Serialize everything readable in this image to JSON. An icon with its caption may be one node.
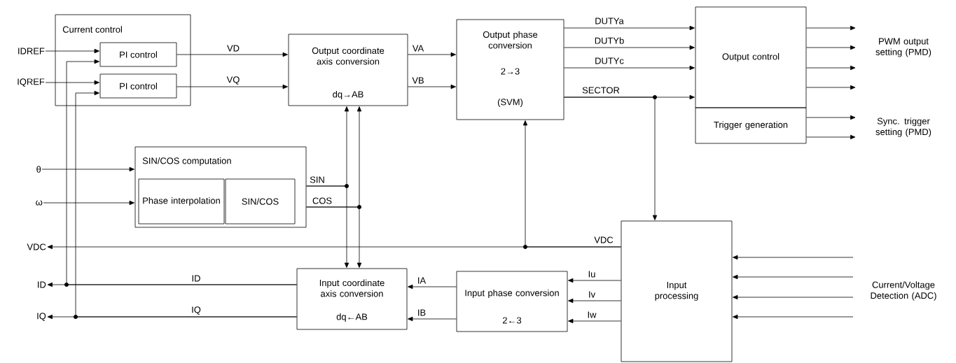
{
  "diagram": {
    "nodes": [
      {
        "text": [
          "Current control"
        ]
      },
      {
        "text": [
          "PI control"
        ],
        "in": 0
      },
      {
        "text": [
          "PI control"
        ],
        "in": 0
      },
      {
        "text": [
          "Output coordinate axis conversion",
          "dq→AB"
        ]
      },
      {
        "text": [
          "Output phase conversion",
          "2→3",
          "(SVM)"
        ]
      },
      {
        "text": [
          "Output control"
        ]
      },
      {
        "text": [
          "Trigger generation"
        ]
      },
      {
        "text": [
          "SIN/COS computation"
        ]
      },
      {
        "text": [
          "Phase interpolation"
        ],
        "in": 7
      },
      {
        "text": [
          "SIN/COS"
        ],
        "in": 7
      },
      {
        "text": [
          "Input coordinate axis conversion",
          "dq←AB"
        ]
      },
      {
        "text": [
          "Input phase conversion",
          "2←3"
        ]
      },
      {
        "text": [
          "Input processing"
        ]
      },
      {
        "text": [
          "IDREF"
        ]
      },
      {
        "text": [
          "IQREF"
        ]
      },
      {
        "text": [
          "θ"
        ]
      },
      {
        "text": [
          "ω"
        ]
      },
      {
        "text": [
          "VDC"
        ]
      },
      {
        "text": [
          "ID"
        ]
      },
      {
        "text": [
          "IQ"
        ]
      }
    ],
    "edges": [
      {
        "from": 13,
        "to": 1,
        "arrow": "to"
      },
      {
        "from": 14,
        "to": 2,
        "arrow": "to"
      },
      {
        "from": 15,
        "to": 7,
        "arrow": "to"
      },
      {
        "from": 16,
        "to": 7,
        "arrow": "to"
      },
      {
        "from": 1,
        "to": 3,
        "arrow": "to",
        "label": "VD"
      },
      {
        "from": 2,
        "to": 3,
        "arrow": "to",
        "label": "VQ"
      },
      {
        "from": 3,
        "to": 4,
        "arrow": "to",
        "label": "VA"
      },
      {
        "from": 3,
        "to": 4,
        "arrow": "to",
        "label": "VB"
      },
      {
        "from": 4,
        "to": 5,
        "arrow": "to",
        "label": "DUTYa"
      },
      {
        "from": 4,
        "to": 5,
        "arrow": "to",
        "label": "DUTYb"
      },
      {
        "from": 4,
        "to": 5,
        "arrow": "to",
        "label": "DUTYc"
      },
      {
        "from": 4,
        "to": 5,
        "arrow": "to",
        "label": "SECTOR"
      },
      {
        "from": 4,
        "to": 12,
        "arrow": "to"
      },
      {
        "from": 5,
        "to": null,
        "arrow": "to"
      },
      {
        "from": 5,
        "to": null,
        "arrow": "to"
      },
      {
        "from": 5,
        "to": null,
        "arrow": "to"
      },
      {
        "from": 5,
        "to": null,
        "arrow": "to"
      },
      {
        "from": 6,
        "to": null,
        "arrow": "to"
      },
      {
        "from": 6,
        "to": null,
        "arrow": "to"
      },
      {
        "from": null,
        "to": 12,
        "arrow": "to"
      },
      {
        "from": null,
        "to": 12,
        "arrow": "to"
      },
      {
        "from": null,
        "to": 12,
        "arrow": "to"
      },
      {
        "from": null,
        "to": 12,
        "arrow": "to"
      },
      {
        "from": 7,
        "to": 3,
        "arrow": "to",
        "label": "SIN"
      },
      {
        "from": 7,
        "to": 10,
        "arrow": "to"
      },
      {
        "from": 7,
        "to": 3,
        "arrow": "to",
        "label": "COS"
      },
      {
        "from": 7,
        "to": 10,
        "arrow": "to"
      },
      {
        "from": 12,
        "to": 17,
        "arrow": "to",
        "label": "VDC"
      },
      {
        "from": 12,
        "to": 4,
        "arrow": "to"
      },
      {
        "from": 10,
        "to": 18,
        "arrow": "to",
        "label": "ID"
      },
      {
        "from": 10,
        "to": 1,
        "arrow": "to"
      },
      {
        "from": 10,
        "to": 19,
        "arrow": "to",
        "label": "IQ"
      },
      {
        "from": 10,
        "to": 2,
        "arrow": "to"
      },
      {
        "from": 11,
        "to": 10,
        "arrow": "to",
        "label": "IA"
      },
      {
        "from": 11,
        "to": 10,
        "arrow": "to",
        "label": "IB"
      },
      {
        "from": 12,
        "to": 11,
        "arrow": "to",
        "label": "Iu"
      },
      {
        "from": 12,
        "to": 11,
        "arrow": "to",
        "label": "Iv"
      },
      {
        "from": 12,
        "to": 11,
        "arrow": "to",
        "label": "Iw"
      }
    ],
    "labels": [
      "PWM output setting (PMD)",
      "Sync. trigger setting (PMD)",
      "Current/Voltage Detection (ADC)"
    ]
  }
}
